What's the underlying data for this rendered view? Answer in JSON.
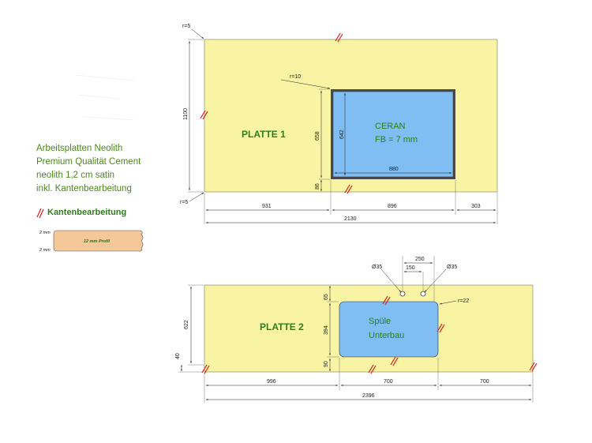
{
  "legend": {
    "line1": "Arbeitsplatten Neolith",
    "line2": "Premium Qualität Cement",
    "line3": "neolith 1,2 cm satin",
    "line4": "inkl. Kantenbearbeitung",
    "edge_label": "Kantenbearbeitung",
    "profile_top": "2 mm",
    "profile_bottom": "2 mm",
    "profile_name": "12 mm Profil"
  },
  "colors": {
    "slab": "#f8f4a4",
    "cutout": "#7fbdf2",
    "edge_mark": "#d81c1c",
    "label": "#2f7d1a",
    "profile": "#f5c89a"
  },
  "platte1": {
    "label": "PLATTE 1",
    "cutout_title": "CERAN",
    "cutout_sub": "FB = 7 mm",
    "r_top": "r=5",
    "r_bottom": "r=5",
    "r_cutout": "r=10",
    "dim_height": "1100",
    "dim_cutout_outer_h": "658",
    "dim_cutout_inner_h": "642",
    "dim_bottom_gap": "86",
    "dim_cutout_w": "880",
    "dim_left": "931",
    "dim_mid": "896",
    "dim_right": "303",
    "dim_total": "2130"
  },
  "platte2": {
    "label": "PLATTE 2",
    "cutout_title": "Spüle",
    "cutout_sub": "Unterbau",
    "r_cutout": "r=22",
    "hole_left": "Ø35",
    "hole_right": "Ø35",
    "dim_hole_spacing": "150",
    "dim_hole_span": "250",
    "dim_height": "622",
    "dim_step": "40",
    "dim_top_gap": "65",
    "dim_sink_h": "394",
    "dim_bottom_gap": "90",
    "dim_left": "996",
    "dim_mid": "700",
    "dim_right": "700",
    "dim_total": "2396"
  }
}
